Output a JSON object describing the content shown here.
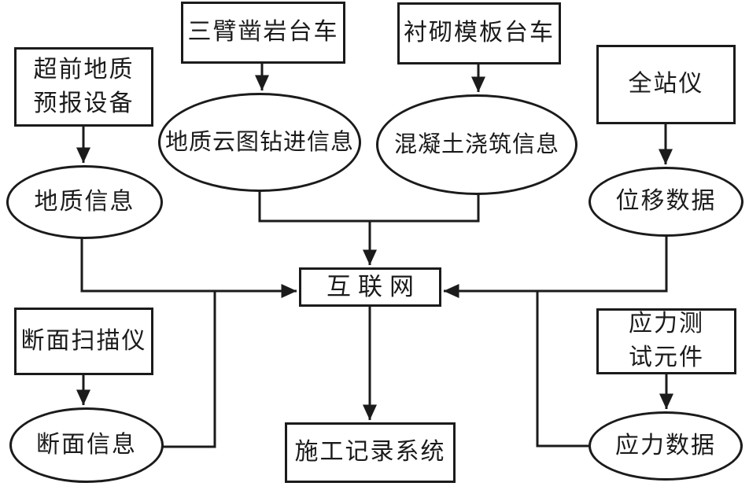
{
  "diagram": {
    "colors": {
      "background": "#ffffff",
      "stroke": "#1b1b1b",
      "text": "#1b1b1b"
    },
    "nodes": {
      "advance_geology_device": {
        "shape": "rect",
        "label": "超前地质\n预报设备"
      },
      "three_boom_drill_jumbo": {
        "shape": "rect",
        "label": "三臂凿岩台车"
      },
      "lining_formwork_trolley": {
        "shape": "rect",
        "label": "衬砌模板台车"
      },
      "total_station": {
        "shape": "rect",
        "label": "全站仪"
      },
      "geological_info": {
        "shape": "ellipse",
        "label": "地质信息"
      },
      "geo_cloud_drilling_info": {
        "shape": "ellipse",
        "label": "地质云图钻进信息"
      },
      "concrete_pouring_info": {
        "shape": "ellipse",
        "label": "混凝土浇筑信息"
      },
      "displacement_data": {
        "shape": "ellipse",
        "label": "位移数据"
      },
      "internet": {
        "shape": "rect",
        "label": "互联网"
      },
      "section_scanner": {
        "shape": "rect",
        "label": "断面扫描仪"
      },
      "section_info": {
        "shape": "ellipse",
        "label": "断面信息"
      },
      "stress_test_element": {
        "shape": "rect",
        "label": "应力测\n试元件"
      },
      "stress_data": {
        "shape": "ellipse",
        "label": "应力数据"
      },
      "construction_record_sys": {
        "shape": "rect",
        "label": "施工记录系统"
      }
    },
    "edges": [
      {
        "from": "advance_geology_device",
        "to": "geological_info"
      },
      {
        "from": "three_boom_drill_jumbo",
        "to": "geo_cloud_drilling_info"
      },
      {
        "from": "lining_formwork_trolley",
        "to": "concrete_pouring_info"
      },
      {
        "from": "total_station",
        "to": "displacement_data"
      },
      {
        "from": "geo_cloud_drilling_info",
        "to": "internet"
      },
      {
        "from": "concrete_pouring_info",
        "to": "internet"
      },
      {
        "from": "geological_info",
        "to": "internet"
      },
      {
        "from": "section_info",
        "to": "internet"
      },
      {
        "from": "displacement_data",
        "to": "internet"
      },
      {
        "from": "stress_data",
        "to": "internet"
      },
      {
        "from": "section_scanner",
        "to": "section_info"
      },
      {
        "from": "stress_test_element",
        "to": "stress_data"
      },
      {
        "from": "internet",
        "to": "construction_record_sys"
      }
    ]
  }
}
